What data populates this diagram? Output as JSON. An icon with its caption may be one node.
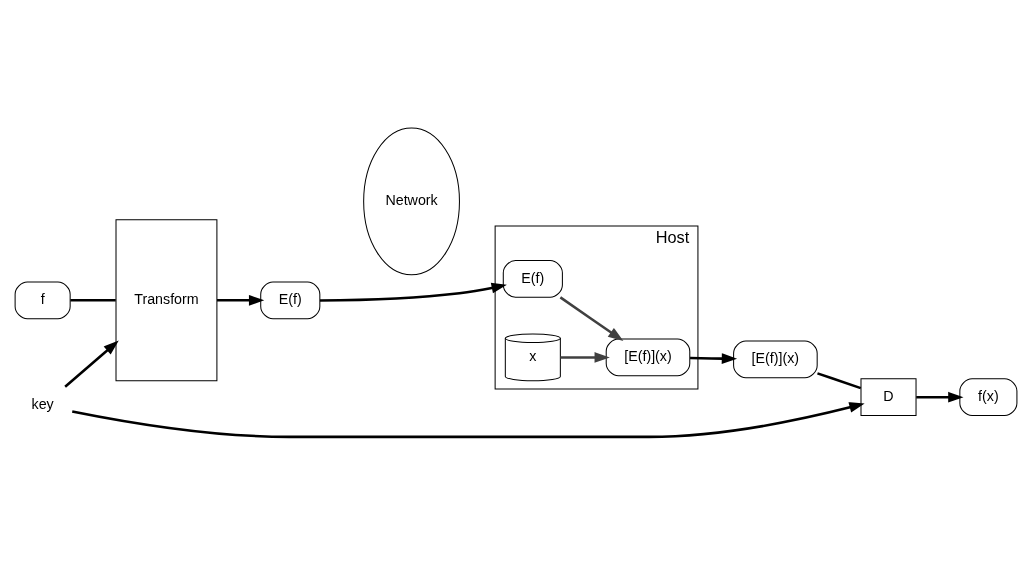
{
  "diagram": {
    "nodes": [
      {
        "text": [
          "f"
        ]
      },
      {
        "text": [
          "Transform"
        ]
      },
      {
        "text": [
          "E(f)"
        ]
      },
      {
        "text": [
          "Network"
        ]
      },
      {
        "text": [
          "Host"
        ]
      },
      {
        "text": [
          "E(f)"
        ],
        "in": 4
      },
      {
        "text": [
          "x"
        ],
        "in": 4
      },
      {
        "text": [
          "[E(f)](x)"
        ],
        "in": 4
      },
      {
        "text": [
          "[E(f)](x)"
        ]
      },
      {
        "text": [
          "D"
        ]
      },
      {
        "text": [
          "f(x)"
        ]
      },
      {
        "text": [
          "key"
        ]
      }
    ],
    "edges": [
      {
        "from": 0,
        "to": 1,
        "arrow": "none"
      },
      {
        "from": 1,
        "to": 2,
        "arrow": "to"
      },
      {
        "from": 2,
        "to": 5,
        "arrow": "to"
      },
      {
        "from": 11,
        "to": 1,
        "arrow": "to"
      },
      {
        "from": 11,
        "to": 9,
        "arrow": "to"
      },
      {
        "from": 5,
        "to": 7,
        "arrow": "to",
        "color": "#404040"
      },
      {
        "from": 6,
        "to": 7,
        "arrow": "to",
        "color": "#404040"
      },
      {
        "from": 7,
        "to": 8,
        "arrow": "to"
      },
      {
        "from": 8,
        "to": 9,
        "arrow": "none"
      },
      {
        "from": 9,
        "to": 10,
        "arrow": "to"
      }
    ]
  }
}
